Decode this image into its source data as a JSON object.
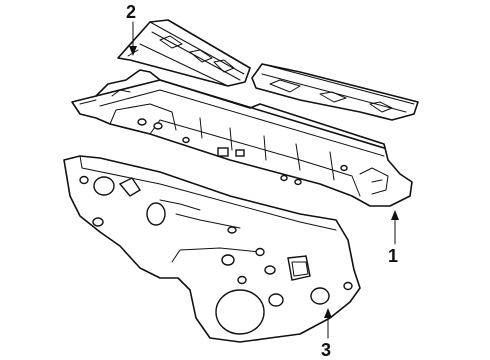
{
  "diagram": {
    "callouts": [
      {
        "id": "1",
        "text": "1"
      },
      {
        "id": "2",
        "text": "2"
      },
      {
        "id": "3",
        "text": "3"
      }
    ],
    "colors": {
      "ink": "#111111",
      "paper": "#ffffff"
    }
  }
}
